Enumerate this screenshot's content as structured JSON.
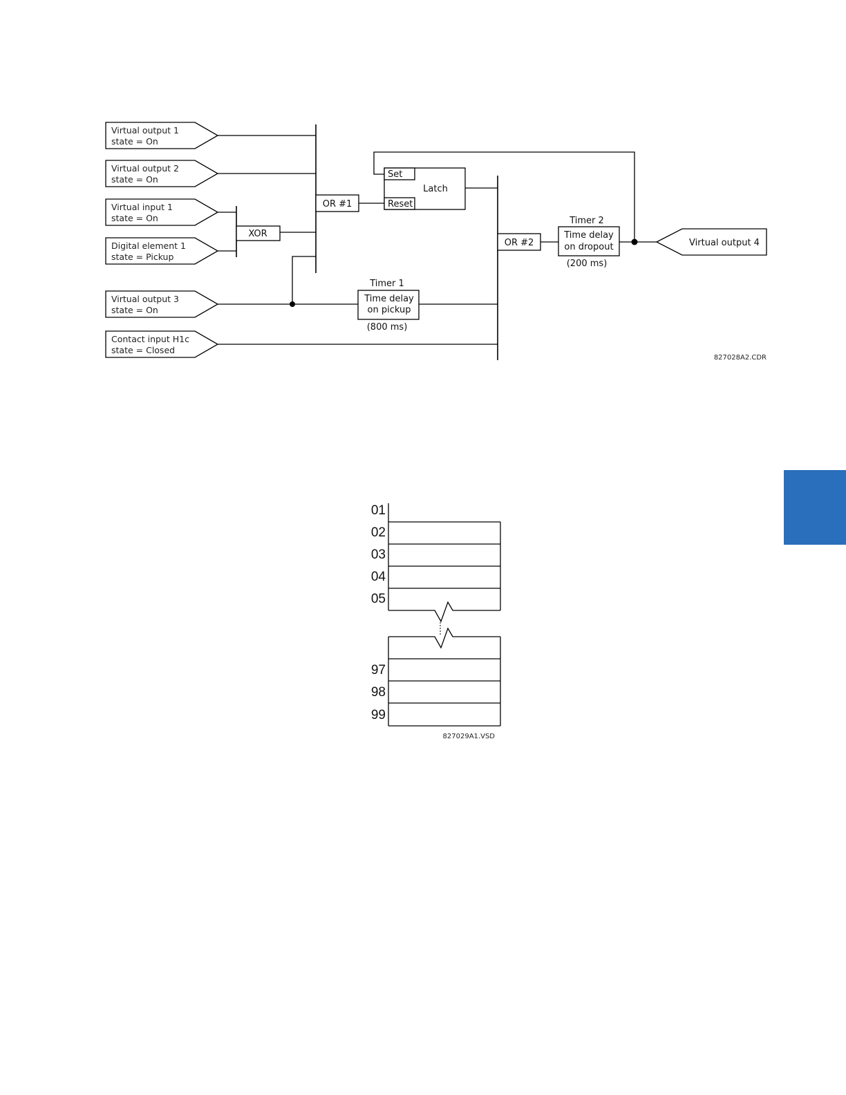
{
  "logic_diagram": {
    "inputs": [
      {
        "line1": "Virtual output 1",
        "line2": "state = On"
      },
      {
        "line1": "Virtual output 2",
        "line2": "state = On"
      },
      {
        "line1": "Virtual input 1",
        "line2": "state = On"
      },
      {
        "line1": "Digital element 1",
        "line2": "state = Pickup"
      },
      {
        "line1": "Virtual output 3",
        "line2": "state = On"
      },
      {
        "line1": "Contact input H1c",
        "line2": "state = Closed"
      }
    ],
    "gates": {
      "xor": "XOR",
      "or1": "OR #1",
      "or2": "OR #2"
    },
    "latch": {
      "label": "Latch",
      "set": "Set",
      "reset": "Reset"
    },
    "timer1": {
      "title": "Timer 1",
      "line1": "Time delay",
      "line2": "on pickup",
      "delay": "(800 ms)"
    },
    "timer2": {
      "title": "Timer 2",
      "line1": "Time delay",
      "line2": "on dropout",
      "delay": "(200 ms)"
    },
    "output": "Virtual output 4",
    "figure_id": "827028A2.CDR"
  },
  "line_table": {
    "top_rows": [
      "01",
      "02",
      "03",
      "04",
      "05"
    ],
    "bottom_rows": [
      "97",
      "98",
      "99"
    ],
    "figure_id": "827029A1.VSD"
  },
  "colors": {
    "side_tab": "#2a6fbb"
  }
}
